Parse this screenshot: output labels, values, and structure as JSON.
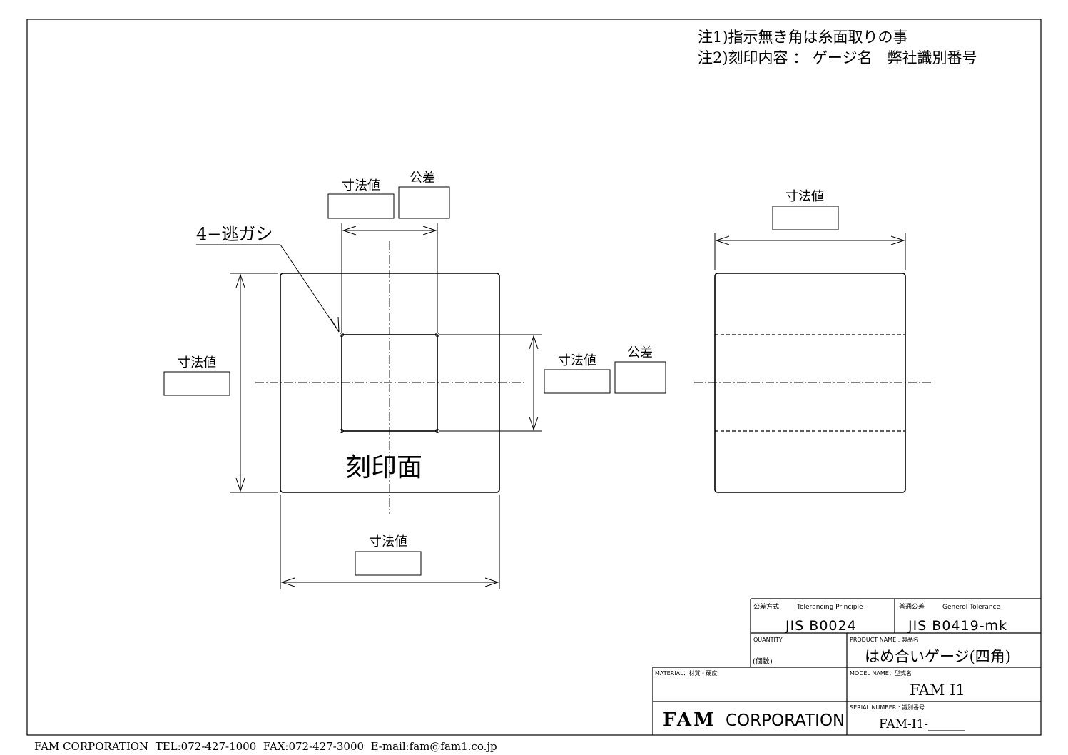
{
  "notes": {
    "line1": "注1)指示無き角は糸面取りの事",
    "line2": "注2)刻印内容 ： ゲージ名　弊社識別番号"
  },
  "front_view": {
    "width_label": "寸法値",
    "hole_label": "寸法値",
    "hole_tolerance_label": "公差",
    "height_label": "寸法値",
    "hole_height_label": "寸法値",
    "hole_height_tolerance_label": "公差",
    "relief_callout": "4−逃ガシ",
    "stamp_face": "刻印面"
  },
  "side_view": {
    "width_label": "寸法値"
  },
  "title_block": {
    "tolerancing_label": "公差方式",
    "tolerancing_label_en": "Tolerancing Principle",
    "tolerancing_value": "JIS B0024",
    "general_tolerance_label": "普通公差",
    "general_tolerance_label_en": "Generol Tolerance",
    "general_tolerance_value": "JIS B0419-mk",
    "quantity_label": "QUANTITY",
    "quantity_label_jp": "(個数)",
    "product_name_label": "PRODUCT NAME : 製品名",
    "product_name_value": "はめ合いゲージ(四角)",
    "material_label": "MATERIAL：材質・硬度",
    "model_name_label": "MODEL NAME：型式名",
    "model_name_value": "FAM I1",
    "company_bold": "FAM",
    "company_rest": "CORPORATION",
    "serial_label": "SERIAL NUMBER : 識別番号",
    "serial_value": "FAM-I1-______"
  },
  "footer": {
    "text": "FAM CORPORATION  TEL:072-427-1000  FAX:072-427-3000  E-mail:fam@fam1.co.jp"
  }
}
